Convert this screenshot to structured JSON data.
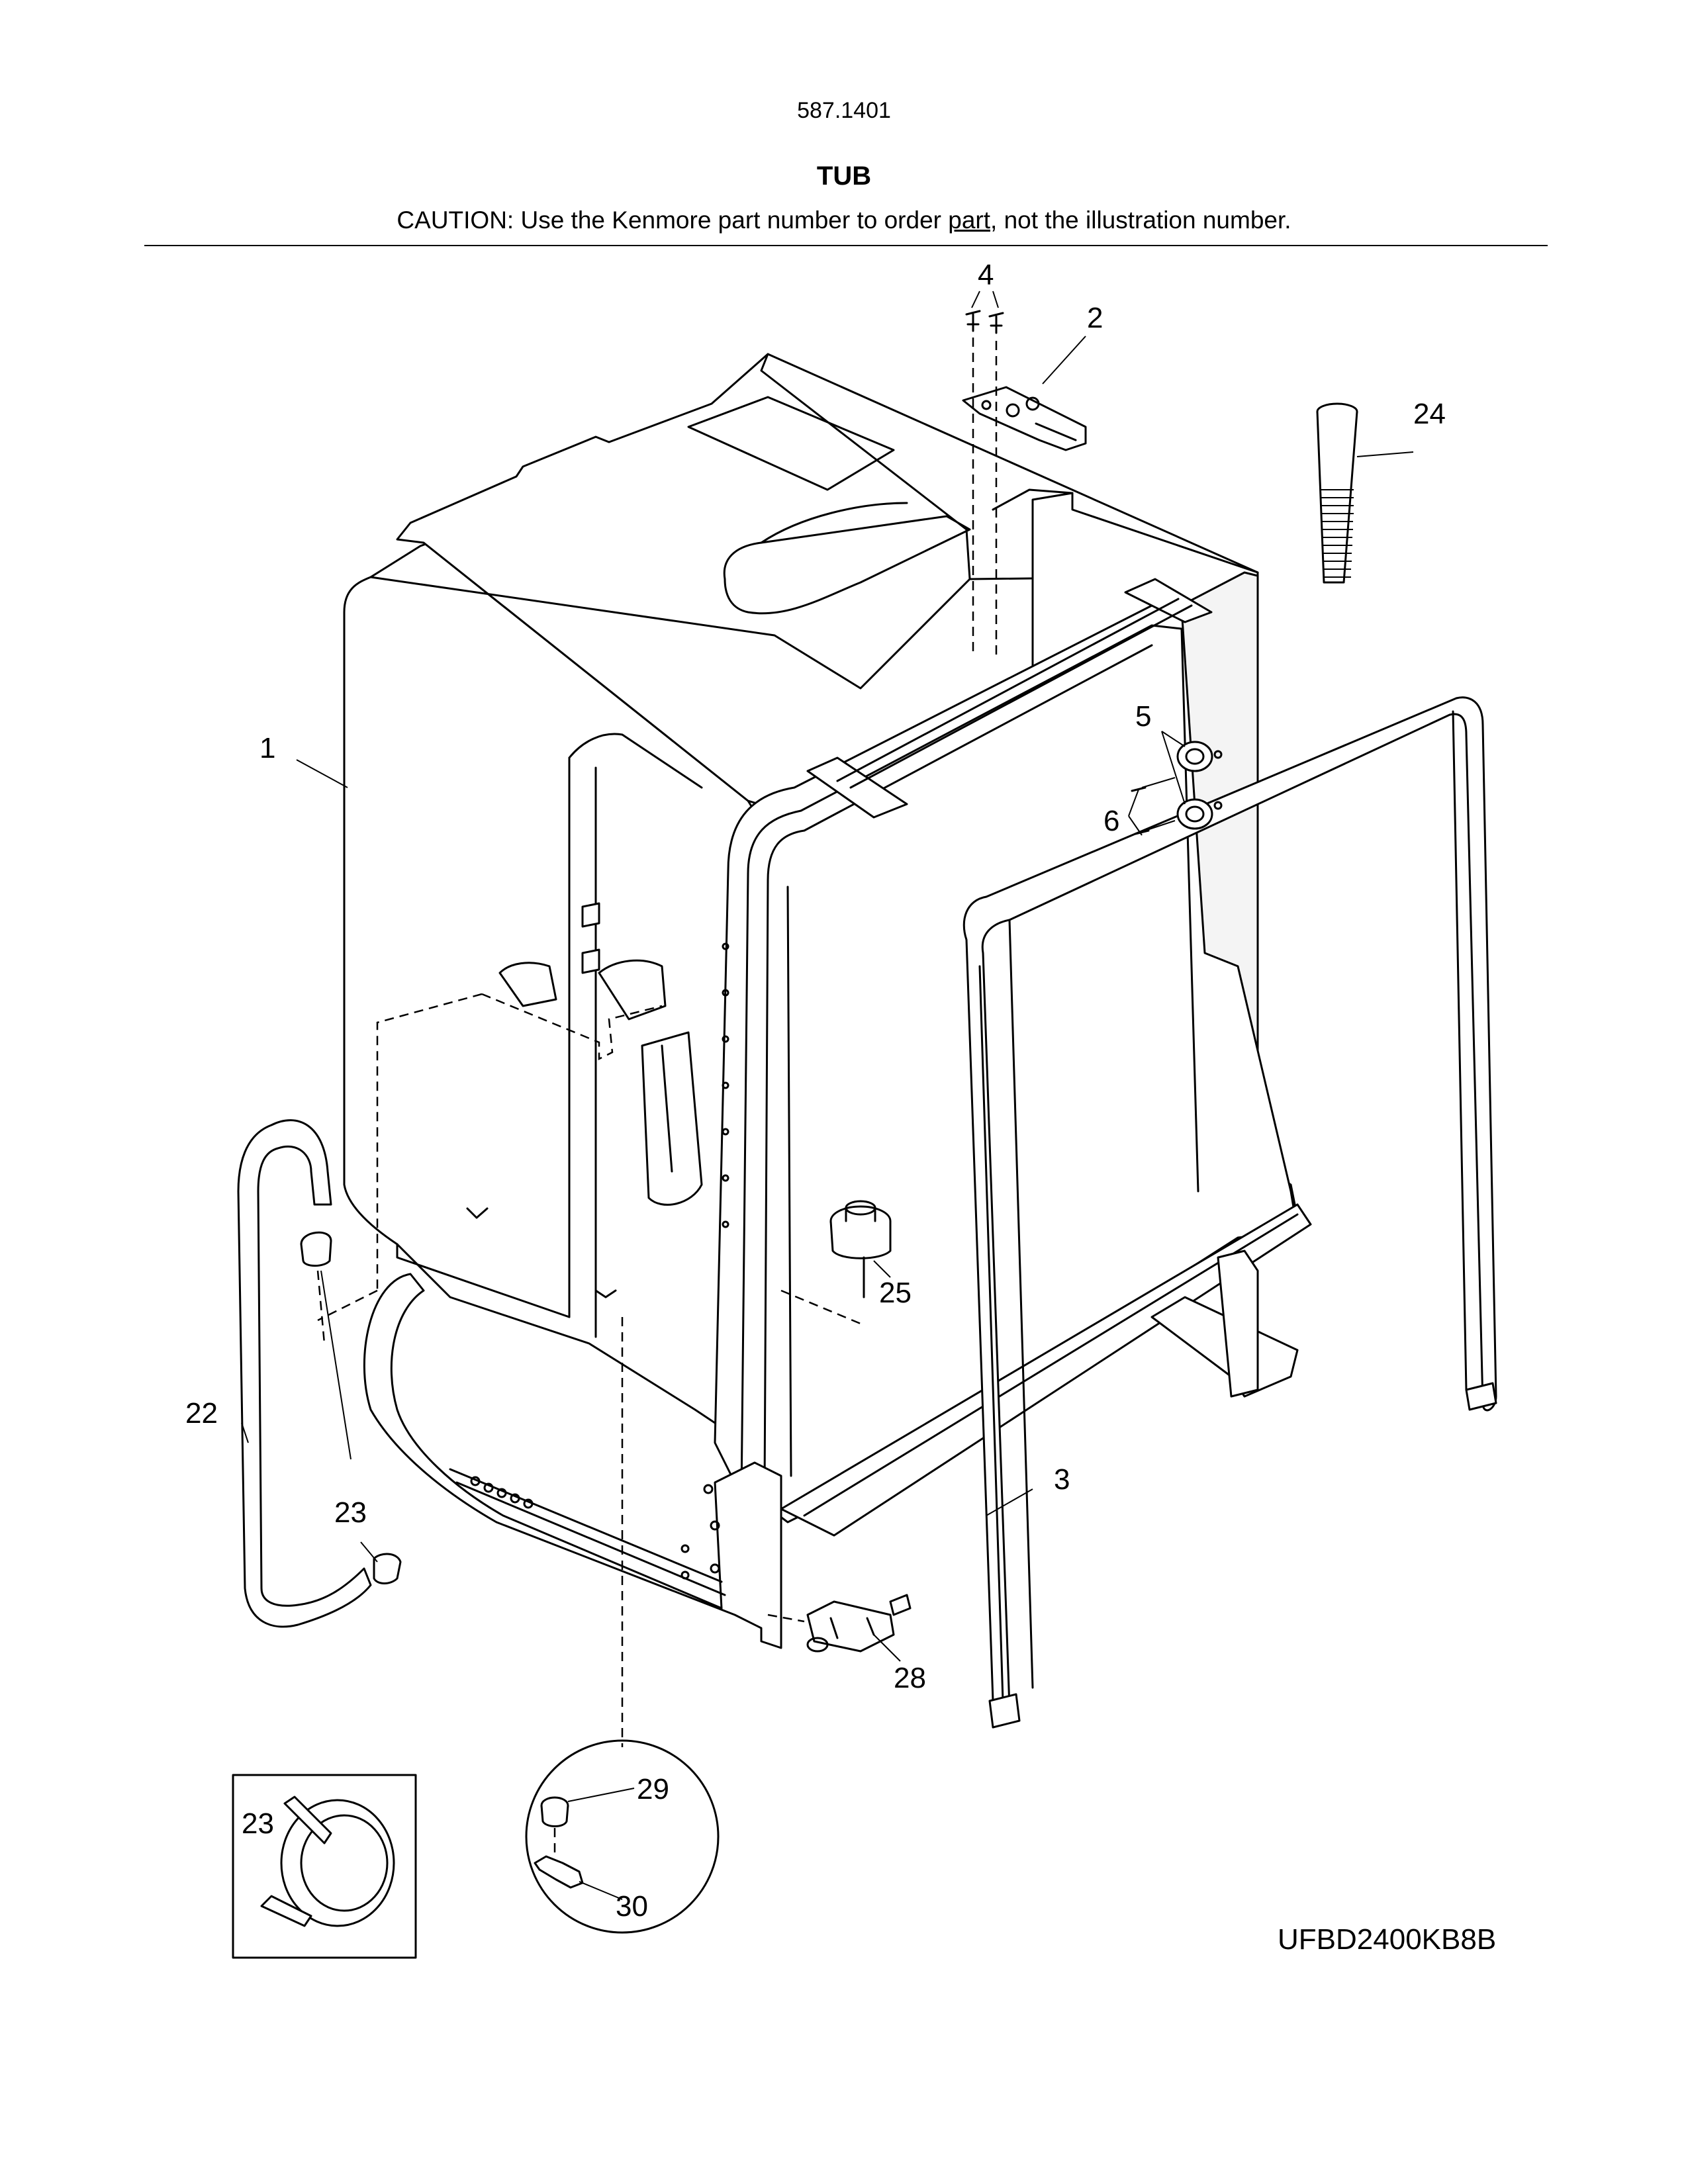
{
  "header": {
    "model_number": "587.1401",
    "section_title": "TUB",
    "caution_before": "CAUTION: Use the Kenmore part number to order ",
    "caution_underlined": "part",
    "caution_after": ", not the illustration number."
  },
  "footer": {
    "diagram_code": "UFBD2400KB8B"
  },
  "callouts": {
    "tub": "1",
    "hinge_bracket": "2",
    "door_gasket": "3",
    "bracket_screws": "4",
    "spray_arm_bearings": "5",
    "bearing_screws": "6",
    "drain_hose": "22",
    "hose_clamp": "23",
    "hose_clamp_detail": "23",
    "vent_tube": "24",
    "sump_assembly": "25",
    "door_latch": "28",
    "thermostat": "29",
    "thermostat_bracket": "30"
  }
}
